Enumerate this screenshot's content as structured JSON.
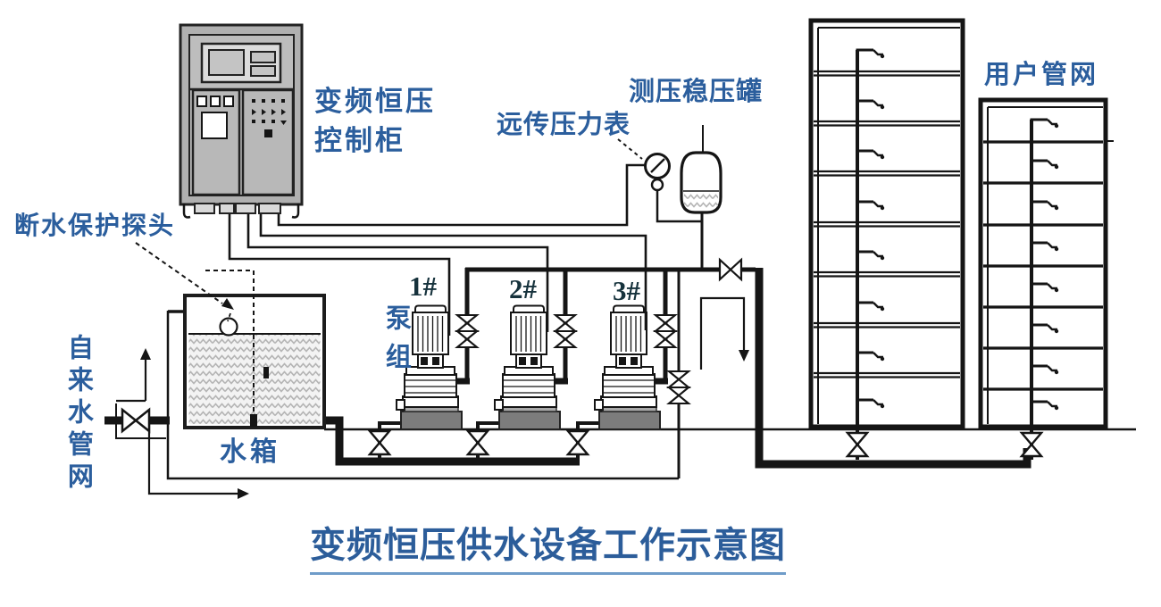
{
  "diagram": {
    "title": "变频恒压供水设备工作示意图",
    "labels": {
      "cabinet_line1": "变频恒压",
      "cabinet_line2": "控制柜",
      "probe": "断水保护探头",
      "city_water": "自来水管网",
      "tank": "水箱",
      "pump_group": "泵组",
      "pump1": "1#",
      "pump2": "2#",
      "pump3": "3#",
      "gauge": "远传压力表",
      "pressure_tank": "测压稳压罐",
      "user_network": "用户管网"
    },
    "colors": {
      "label_blue": "#2b5e9d",
      "title_blue": "#2c5d9a",
      "line_black": "#151515",
      "cabinet_gray": "#b0b0b0",
      "pump_base_gray": "#7c7c7c",
      "water_wave_gray": "#b5b5b5"
    }
  }
}
